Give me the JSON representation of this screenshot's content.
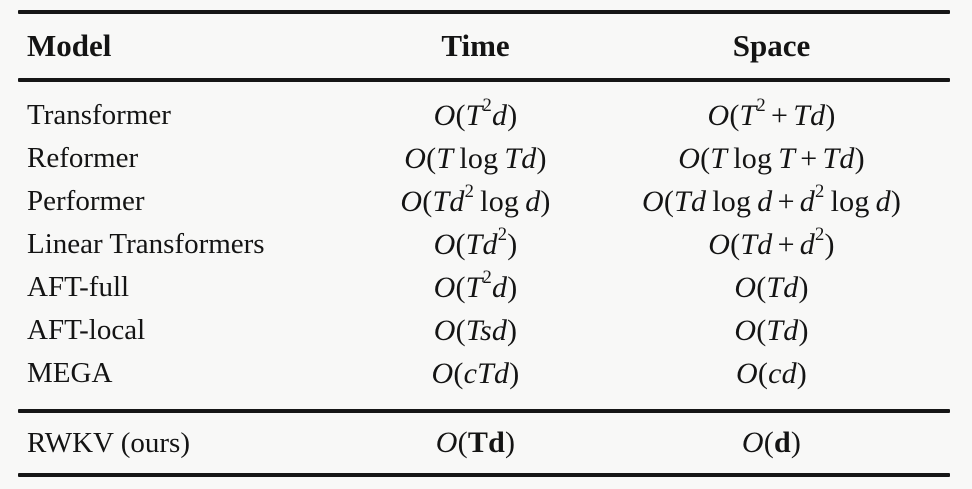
{
  "colors": {
    "background": "#f8f8f7",
    "text": "#141414",
    "rule": "#161616"
  },
  "table": {
    "columns": [
      {
        "label": "Model"
      },
      {
        "label": "Time"
      },
      {
        "label": "Space"
      }
    ],
    "rows": [
      {
        "model": "Transformer",
        "time": "O(T^2d)",
        "space": "O(T^2 + Td)"
      },
      {
        "model": "Reformer",
        "time": "O(T log Td)",
        "space": "O(T log T + Td)"
      },
      {
        "model": "Performer",
        "time": "O(Td^2 log d)",
        "space": "O(Td log d + d^2 log d)"
      },
      {
        "model": "Linear Transformers",
        "time": "O(Td^2)",
        "space": "O(Td + d^2)"
      },
      {
        "model": "AFT-full",
        "time": "O(T^2d)",
        "space": "O(Td)"
      },
      {
        "model": "AFT-local",
        "time": "O(Tsd)",
        "space": "O(Td)"
      },
      {
        "model": "MEGA",
        "time": "O(cTd)",
        "space": "O(cd)"
      }
    ],
    "highlight_row": {
      "model": "RWKV (ours)",
      "time": "O(**Td**)",
      "space": "O(**d**)"
    }
  }
}
